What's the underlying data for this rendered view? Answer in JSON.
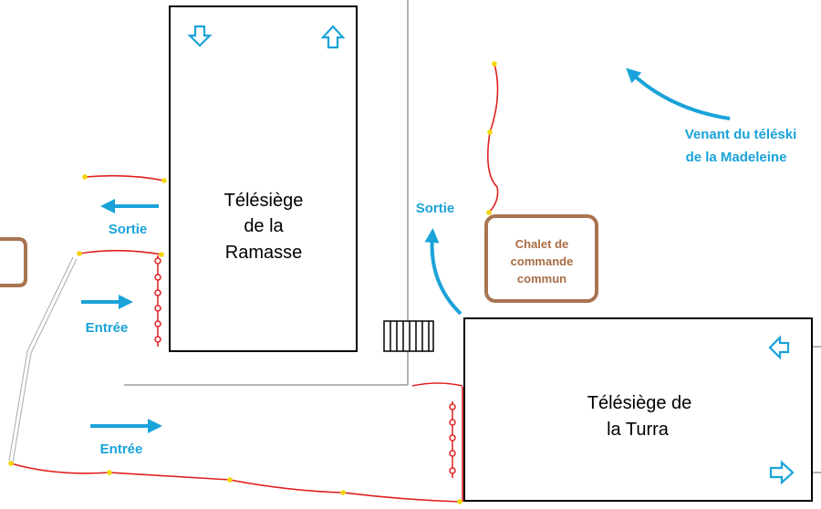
{
  "colors": {
    "outline": "#000000",
    "blue": "#1aa3d9",
    "red": "#e02020",
    "yellow": "#f2d600",
    "brown": "#a87451",
    "grey": "#999999"
  },
  "ramasse": {
    "line1": "Télésiège",
    "line2": "de la",
    "line3": "Ramasse"
  },
  "turra": {
    "line1": "Télésiège de",
    "line2": "la Turra"
  },
  "chalet": {
    "line1": "Chalet de",
    "line2": "commande",
    "line3": "commun"
  },
  "labels": {
    "sortie_left": "Sortie",
    "entree_upper": "Entrée",
    "entree_lower": "Entrée",
    "sortie_right": "Sortie",
    "venant_line1": "Venant du téléski",
    "venant_line2": "de la Madeleine"
  },
  "icons": {
    "ramasse_down": "down-arrow-icon",
    "ramasse_up": "up-arrow-icon",
    "turra_left": "left-arrow-icon",
    "turra_right": "right-arrow-icon"
  }
}
